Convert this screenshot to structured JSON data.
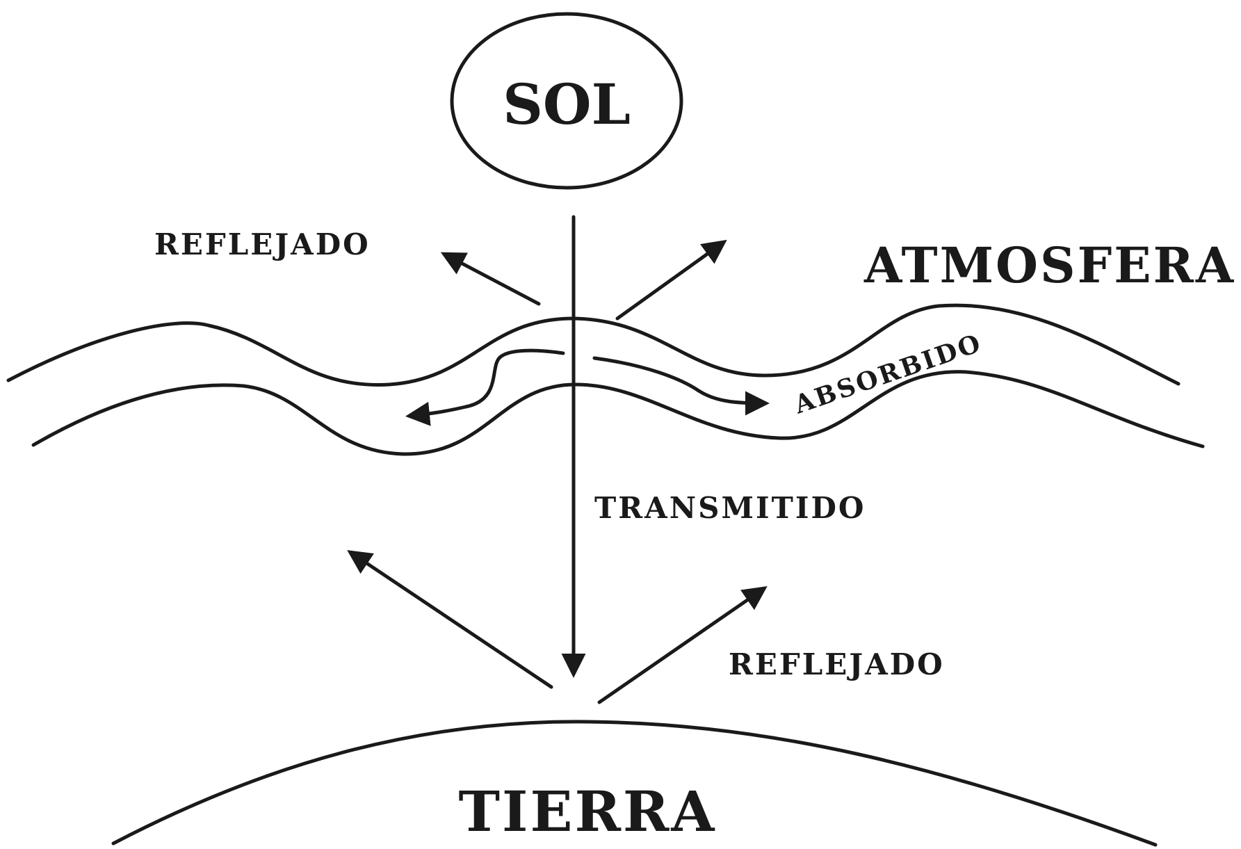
{
  "labels": {
    "sun": "SOL",
    "reflected_top": "REFLEJADO",
    "atmosphere": "ATMOSFERA",
    "absorbed": "ABSORBIDO",
    "transmitted": "TRANSMITIDO",
    "reflected_bottom": "REFLEJADO",
    "earth": "TIERRA"
  },
  "colors": {
    "ink": "#1a1a1a",
    "background": "#ffffff"
  }
}
